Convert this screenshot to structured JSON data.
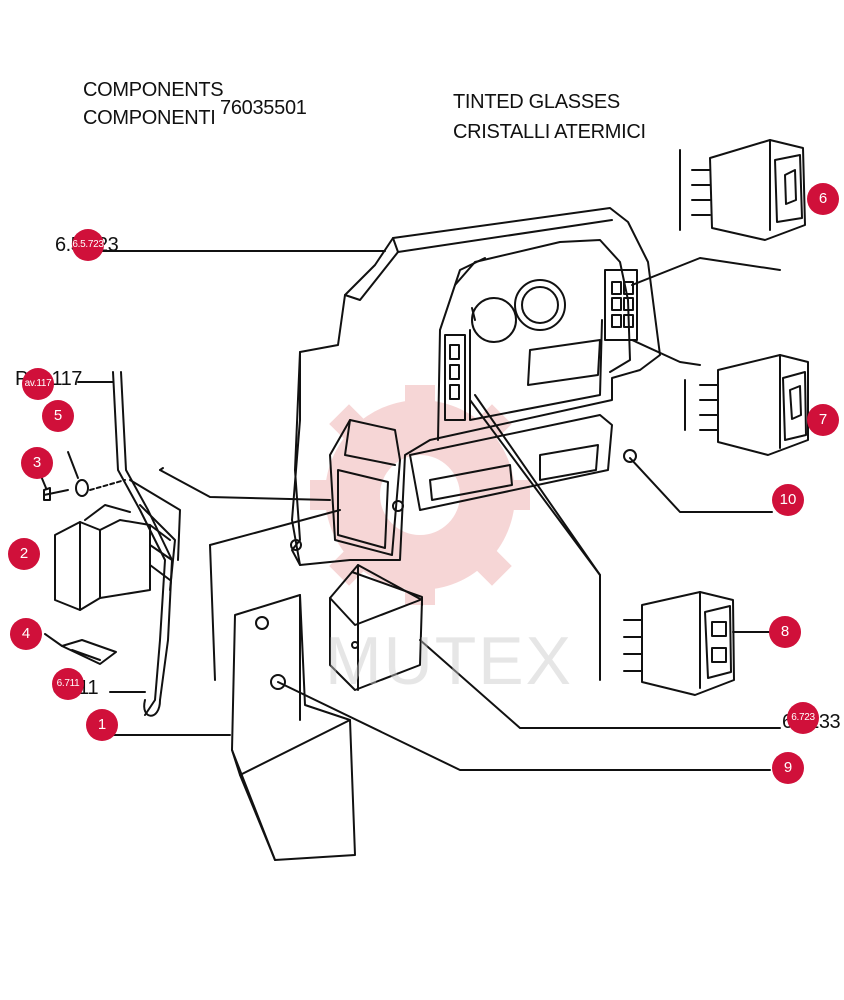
{
  "header": {
    "components_en": "COMPONENTS",
    "components_it": "COMPONENTI",
    "part_number": "76035501",
    "section_en": "TINTED GLASSES",
    "section_it": "CRISTALLI ATERMICI"
  },
  "references": {
    "ref_top": "6.5.723",
    "ref_tav": "Pav.117",
    "ref_bottom_left": "6.711",
    "ref_bottom_right": "6.7233"
  },
  "callouts": {
    "c1": "1",
    "c2": "2",
    "c3": "3",
    "c4": "4",
    "c5": "5",
    "c6": "6",
    "c7": "7",
    "c8": "8",
    "c9": "9",
    "c10": "10",
    "ref_badge_top": "6.5.723",
    "ref_badge_tav": "av.117",
    "ref_badge_left": "6.711",
    "ref_badge_right": "6.723"
  },
  "watermark": {
    "text": "MUTEX"
  },
  "colors": {
    "badge": "#d0103a",
    "line": "#111111",
    "watermark": "#f2c4c4"
  }
}
